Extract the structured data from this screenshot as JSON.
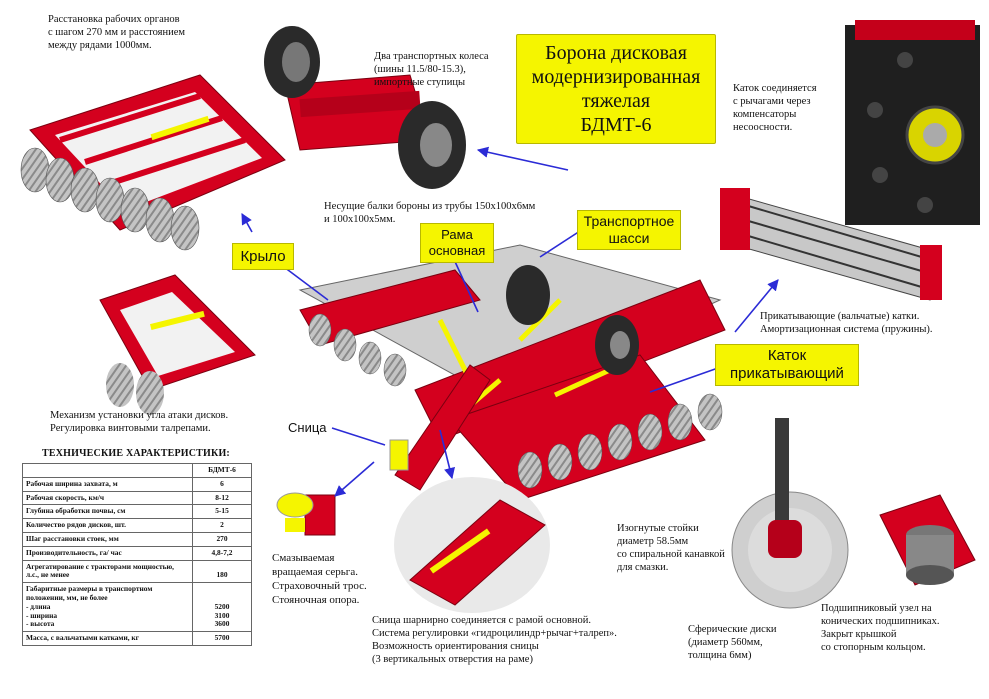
{
  "title": "Борона дисковая\nмодернизированная\nтяжелая\nБДМТ-6",
  "labels": {
    "krylo": "Крыло",
    "rama": "Рама\nосновная",
    "shassi": "Транспортное\nшасси",
    "katok": "Каток\nприкатывающий",
    "snitsa": "Сница"
  },
  "notes": {
    "rasstanovka": "Расстановка рабочих органов\nс шагом 270 мм и расстоянием\nмежду рядами 1000мм.",
    "kolesa": "Два транспортных колеса\n(шины 11.5/80-15.3),\nимпортные ступицы",
    "katok_soed": "Каток соединяется\nс рычагами через\nкомпенсаторы\nнесоосности.",
    "balki": "Несущие балки бороны из трубы 150х100х6мм\nи 100х100х5мм.",
    "prikatyv": "Прикатывающие (вальчатые) катки.\nАмортизационная система (пружины).",
    "mekhanizm": "Механизм установки угла атаки дисков.\nРегулировка винтовыми талрепами.",
    "stoiki": "Изогнутые стойки\nдиаметр 58.5мм\nсо спиральной канавкой\nдля смазки.",
    "serga": "Смазываемая\nвращаемая серьга.\nСтраховочный трос.\nСтояночная опора.",
    "snitsa_desc": "Сница шарнирно соединяется с рамой основной.\nСистема регулировки «гидроцилиндр+рычаг+талреп».\nВозможность ориентирования сницы\n(3 вертикальных отверстия на раме)",
    "diski": "Сферические диски\n(диаметр 560мм,\nтолщина 6мм)",
    "podshipnik": "Подшипниковый узел на\nконических подшипниках.\nЗакрыт крышкой\nсо стопорным кольцом."
  },
  "spec": {
    "title": "ТЕХНИЧЕСКИЕ ХАРАКТЕРИСТИКИ:",
    "model": "БДМТ-6",
    "rows": [
      {
        "label": "Рабочая ширина захвата, м",
        "value": "6"
      },
      {
        "label": "Рабочая скорость, км/ч",
        "value": "8-12"
      },
      {
        "label": "Глубина обработки почвы, см",
        "value": "5-15"
      },
      {
        "label": "Количество рядов дисков, шт.",
        "value": "2"
      },
      {
        "label": "Шаг расстановки стоек, мм",
        "value": "270"
      },
      {
        "label": "Производительность, га/ час",
        "value": "4,8-7,2"
      },
      {
        "label": "Агрегатирование с тракторами мощностью,\nл.с., не менее",
        "value": "180"
      },
      {
        "label": "Габаритные размеры в транспортном\nположении, мм, не более\n- длина\n- ширина\n- высота",
        "value": "\n\n5200\n3100\n3600"
      },
      {
        "label": "Масса, с вальчатыми катками, кг",
        "value": "5700"
      }
    ]
  }
}
